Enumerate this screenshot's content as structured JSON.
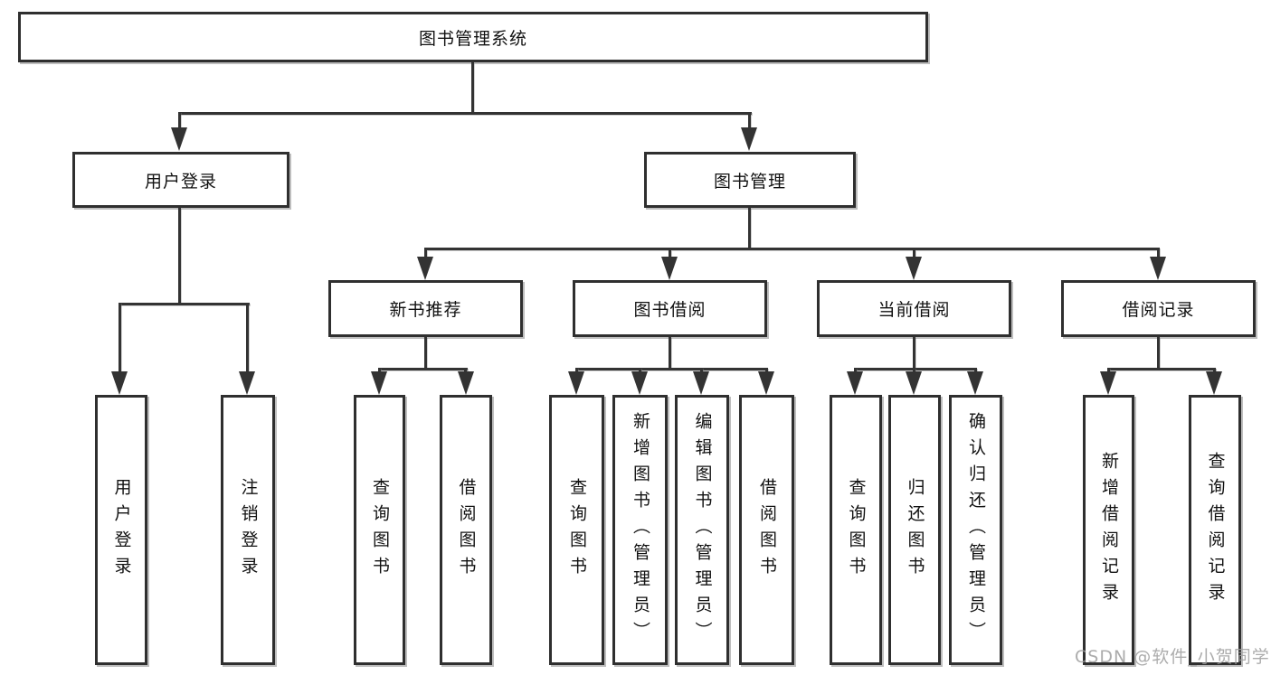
{
  "diagram": {
    "root": "图书管理系统",
    "branches": {
      "user_login": {
        "label": "用户登录",
        "children": [
          "用户登录",
          "注销登录"
        ]
      },
      "book_mgmt": {
        "label": "图书管理",
        "groups": [
          {
            "label": "新书推荐",
            "children": [
              "查询图书",
              "借阅图书"
            ]
          },
          {
            "label": "图书借阅",
            "children": [
              "查询图书",
              "新增图书（管理员）",
              "编辑图书（管理员）",
              "借阅图书"
            ]
          },
          {
            "label": "当前借阅",
            "children": [
              "查询图书",
              "归还图书",
              "确认归还（管理员）"
            ]
          },
          {
            "label": "借阅记录",
            "children": [
              "新增借阅记录",
              "查询借阅记录"
            ]
          }
        ]
      }
    }
  },
  "watermark": "CSDN @软件_小贺同学",
  "colors": {
    "line": "#333333",
    "box_border": "#2f2f2f",
    "box_fill": "#ffffff",
    "text": "#111111",
    "watermark": "#9e9e9e"
  }
}
